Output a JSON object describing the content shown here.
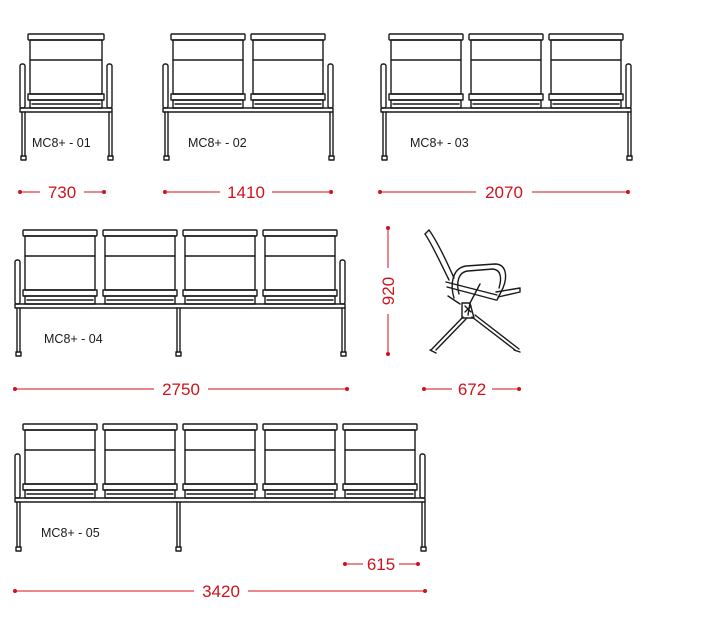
{
  "colors": {
    "dimension": "#d0121b",
    "drawing": "#1a1a1a",
    "background": "#ffffff"
  },
  "models": [
    {
      "code": "MC8+ - 01",
      "seats": 1,
      "width": "730"
    },
    {
      "code": "MC8+ - 02",
      "seats": 2,
      "width": "1410"
    },
    {
      "code": "MC8+ - 03",
      "seats": 3,
      "width": "2070"
    },
    {
      "code": "MC8+ - 04",
      "seats": 4,
      "width": "2750"
    },
    {
      "code": "MC8+ - 05",
      "seats": 5,
      "width": "3420",
      "seat_width": "615"
    }
  ],
  "side_view": {
    "height": "920",
    "depth": "672"
  }
}
